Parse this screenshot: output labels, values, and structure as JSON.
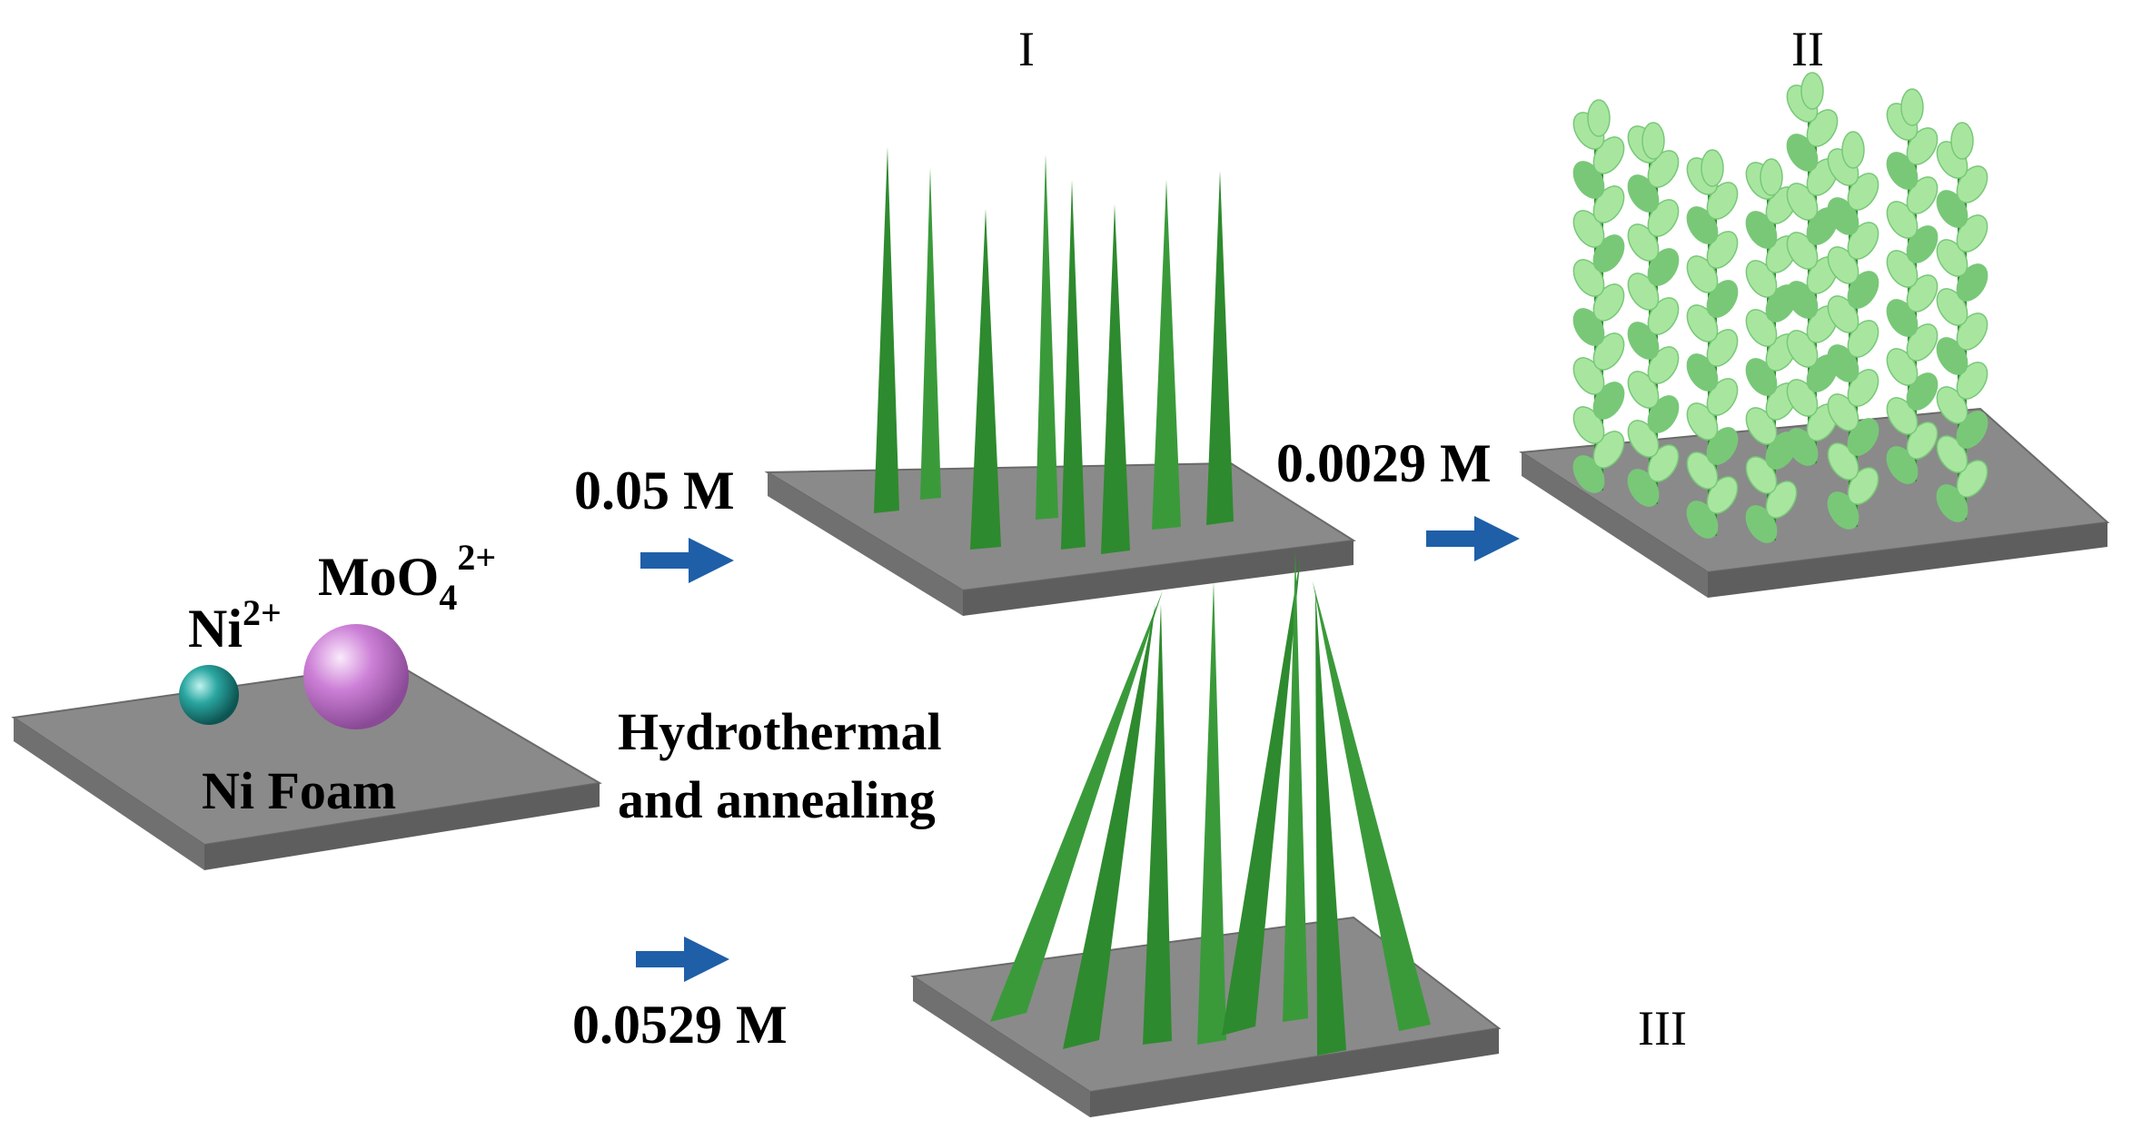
{
  "panel_labels": {
    "one": "I",
    "two": "II",
    "three": "III"
  },
  "ions": {
    "nickel_base": "Ni",
    "nickel_charge": "2+",
    "molybdate_base": "MoO",
    "molybdate_sub": "4",
    "molybdate_charge": "2+"
  },
  "substrate_label": "Ni Foam",
  "process_label": {
    "line1": "Hydrothermal",
    "line2": "and annealing"
  },
  "concentrations": {
    "upper": "0.05 M",
    "lower": "0.0529 M",
    "second_step": "0.0029 M"
  },
  "colors": {
    "plate_top": "#8a8a8a",
    "plate_side": "#5e5e5e",
    "needle_dark": "#2e8a2e",
    "needle_light": "#48b048",
    "leaf_light": "#a8e6a0",
    "leaf_dark": "#78c878",
    "arrow": "#1f5fa8",
    "ni_ion": "#2aa5a0",
    "mo_ion": "#cc7fd6"
  }
}
